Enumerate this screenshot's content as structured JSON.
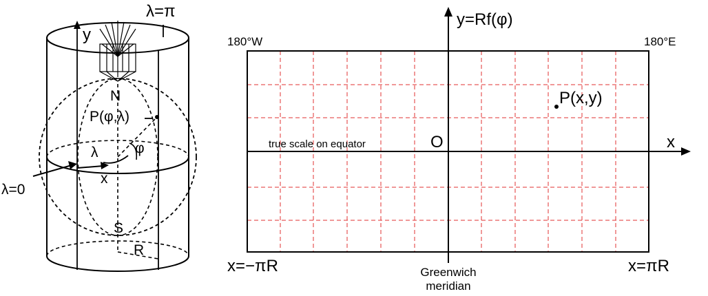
{
  "cylinder": {
    "lambda_pi": "λ=π",
    "axis_y": "y",
    "north": "N",
    "point": "P(φ,λ)",
    "lambda_sym": "λ",
    "phi_sym": "φ",
    "axis_x": "x",
    "lambda_zero": "λ=0",
    "south": "S",
    "radius": "R"
  },
  "map": {
    "y_axis": "y=Rf(φ)",
    "left_lon": "180°W",
    "right_lon": "180°E",
    "point": "P(x,y)",
    "origin": "O",
    "x_axis": "x",
    "equator_note": "true scale on equator",
    "left_bound": "x=−πR",
    "right_bound": "x=πR",
    "meridian_line1": "Greenwich",
    "meridian_line2": "meridian"
  },
  "colors": {
    "ink": "#000000",
    "grid": "#e03030"
  }
}
